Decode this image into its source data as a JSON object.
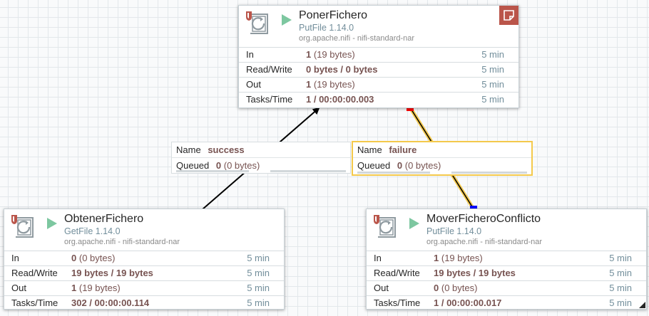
{
  "processors": {
    "poner": {
      "name": "PonerFichero",
      "type": "PutFile 1.14.0",
      "bundle": "org.apache.nifi - nifi-standard-nar",
      "stats": {
        "in": {
          "label": "In",
          "count": "1",
          "size": "(19 bytes)",
          "window": "5 min"
        },
        "rw": {
          "label": "Read/Write",
          "value": "0 bytes / 0 bytes",
          "window": "5 min"
        },
        "out": {
          "label": "Out",
          "count": "1",
          "size": "(19 bytes)",
          "window": "5 min"
        },
        "tasks": {
          "label": "Tasks/Time",
          "value": "1 / 00:00:00.003",
          "window": "5 min"
        }
      }
    },
    "obtener": {
      "name": "ObtenerFichero",
      "type": "GetFile 1.14.0",
      "bundle": "org.apache.nifi - nifi-standard-nar",
      "stats": {
        "in": {
          "label": "In",
          "count": "0",
          "size": "(0 bytes)",
          "window": "5 min"
        },
        "rw": {
          "label": "Read/Write",
          "value": "19 bytes / 19 bytes",
          "window": "5 min"
        },
        "out": {
          "label": "Out",
          "count": "1",
          "size": "(19 bytes)",
          "window": "5 min"
        },
        "tasks": {
          "label": "Tasks/Time",
          "value": "302 / 00:00:00.114",
          "window": "5 min"
        }
      }
    },
    "mover": {
      "name": "MoverFicheroConflicto",
      "type": "PutFile 1.14.0",
      "bundle": "org.apache.nifi - nifi-standard-nar",
      "stats": {
        "in": {
          "label": "In",
          "count": "1",
          "size": "(19 bytes)",
          "window": "5 min"
        },
        "rw": {
          "label": "Read/Write",
          "value": "19 bytes / 19 bytes",
          "window": "5 min"
        },
        "out": {
          "label": "Out",
          "count": "0",
          "size": "(0 bytes)",
          "window": "5 min"
        },
        "tasks": {
          "label": "Tasks/Time",
          "value": "1 / 00:00:00.017",
          "window": "5 min"
        }
      }
    }
  },
  "connections": {
    "success": {
      "name_label": "Name",
      "name": "success",
      "queued_label": "Queued",
      "count": "0",
      "size": "(0 bytes)"
    },
    "failure": {
      "name_label": "Name",
      "name": "failure",
      "queued_label": "Queued",
      "count": "0",
      "size": "(0 bytes)"
    }
  },
  "colors": {
    "run_icon": "#7dc7a0",
    "note_button": "#ba554a",
    "selected_connection": "#f4c94b",
    "stat_value": "#775351",
    "stat_time": "#728e9b",
    "bend_start": "#ff0000",
    "bend_end": "#0000ff"
  },
  "icons": {
    "processor": "processor-icon",
    "run_status": "play-icon",
    "note": "note-icon"
  }
}
